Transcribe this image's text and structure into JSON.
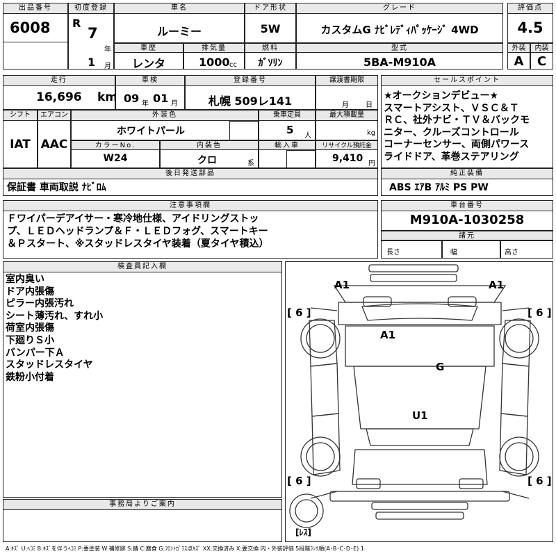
{
  "header": {
    "lot_no_label": "出品番号",
    "lot_no": "6008",
    "first_reg_label": "初度登録",
    "era": "R",
    "year": "7",
    "year_unit": "年",
    "month": "1",
    "month_unit": "月",
    "model_label": "車名",
    "model": "ルーミー",
    "door_label": "ドア形状",
    "door": "5W",
    "grade_label": "グレード",
    "grade": "カスタムG ﾅﾋﾞﾚﾃﾞｨﾊﾟｯｹｰｼﾞ 4WD",
    "score_label": "評価点",
    "score": "4.5",
    "history_label": "車歴",
    "history": "レンタ",
    "displacement_label": "排気量",
    "displacement": "1000",
    "displacement_unit": "cc",
    "fuel_label": "燃料",
    "fuel": "ｶﾞｿﾘﾝ",
    "type_label": "型式",
    "type_code": "5BA-M910A",
    "exterior_label": "外装",
    "exterior": "A",
    "interior_label": "内装",
    "interior": "C"
  },
  "row2": {
    "mileage_label": "走行",
    "mileage": "16,696",
    "mileage_unit": "km",
    "inspection_label": "車検",
    "insp_year": "09",
    "insp_year_unit": "年",
    "insp_month": "01",
    "insp_month_unit": "月",
    "plate_label": "登録番号",
    "plate": "札幌 509レ141",
    "transfer_label": "譲渡書期限",
    "transfer_month_unit": "月",
    "transfer_day_unit": "日",
    "shift_label": "シフト",
    "shift": "IAT",
    "ac_label": "エアコン",
    "ac": "AAC",
    "color_label": "外装色",
    "color": "ホワイトパール",
    "capacity_label": "乗車定員",
    "capacity": "5",
    "capacity_unit": "人",
    "load_label": "最大積載量",
    "load_unit": "kg",
    "color_no_label": "カラーNo.",
    "color_no": "W24",
    "int_color_label": "内装色",
    "int_color": "クロ",
    "int_color_unit": "系",
    "import_label": "輸入車",
    "recycle_label": "リサイクル預託金",
    "recycle": "9,410",
    "recycle_unit": "円"
  },
  "sales_points": {
    "label": "セールスポイント",
    "text": "★オークションデビュー★スマートアシスト、ＶＳＣ＆ＴＲＣ、社外ナビ・ＴＶ＆バックモニター、クルーズコントロールコーナーセンサー、両側パワースライドドア、革巻ステアリング"
  },
  "sales_lines": [
    "★オークションデビュー★",
    "スマートアシスト、ＶＳＣ＆Ｔ",
    "ＲＣ、社外ナビ・ＴＶ＆バックモ",
    "ニター、クルーズコントロール",
    "コーナーセンサー、両側パワース",
    "ライドドア、革巻ステアリング"
  ],
  "later_parts": {
    "label": "後日発送部品",
    "text": "保証書 車両取説 ﾅﾋﾞﾛﾑ"
  },
  "equipment": {
    "label": "純正装備",
    "text": "ABS ｴｱB ｱﾙﾐ PS PW"
  },
  "notes": {
    "label": "注意事項欄",
    "lines": [
      "Ｆワイパーデアイサー・寒冷地仕様、アイドリングストッ",
      "プ、ＬＥＤヘッドランプ＆Ｆ・ＬＥＤフォグ、スマートキー",
      "＆Ｐスタート、※スタッドレスタイヤ装着（夏タイヤ積込）"
    ]
  },
  "chassis": {
    "label": "車台番号",
    "number": "M910A-1030258"
  },
  "dims": {
    "label": "諸元",
    "length": "長さ",
    "width": "幅",
    "height": "高さ"
  },
  "inspector": {
    "label": "検査員記入欄",
    "lines": [
      "室内臭い",
      "ドア内張傷",
      "ピラー内張汚れ",
      "シート薄汚れ、すれ小",
      "荷室内張傷",
      "下廻りＳ小",
      "バンパー下Ａ",
      "スタッドレスタイヤ",
      "鉄粉小付着"
    ]
  },
  "diagram": {
    "front_left": "A1",
    "front_right": "A1",
    "tire_fl": "[ 6 ]",
    "tire_fr": "[ 6 ]",
    "tire_rl": "[ 6 ]",
    "tire_rr": "[ 6 ]",
    "roof": "A1",
    "right_side": "G",
    "interior": "U1",
    "spare": "[ﾚｽ]"
  },
  "office": {
    "label": "事務局よりご案内"
  },
  "legend": "A:ｷｽﾞ U:ﾍｺﾐ B:ｷｽﾞを伴うﾍｺﾐ P:要塗装 W:補修跡 S:錆 C:腐食 G:ﾌﾛﾝﾄｶﾞﾗｽ点ｷｽﾞ XX:交換済み X:要交換 内・外装評価 5段階ﾗﾝｸ順(A･B･C･D･E) 1"
}
